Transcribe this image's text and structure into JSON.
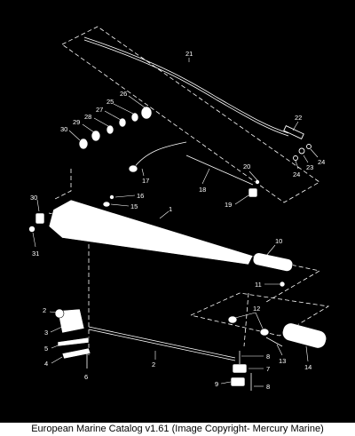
{
  "caption": "European Marine Catalog v1.61 (Image Copyright- Mercury Marine)",
  "callouts": [
    "1",
    "2",
    "2",
    "3",
    "4",
    "5",
    "6",
    "7",
    "8",
    "8",
    "9",
    "10",
    "11",
    "12",
    "13",
    "14",
    "15",
    "16",
    "17",
    "18",
    "19",
    "20",
    "21",
    "22",
    "23",
    "24",
    "24",
    "25",
    "26",
    "27",
    "28",
    "29",
    "30",
    "30",
    "31"
  ],
  "colors": {
    "background": "#000000",
    "linework": "#ffffff",
    "caption_bg": "#ffffff",
    "caption_text": "#000000"
  }
}
